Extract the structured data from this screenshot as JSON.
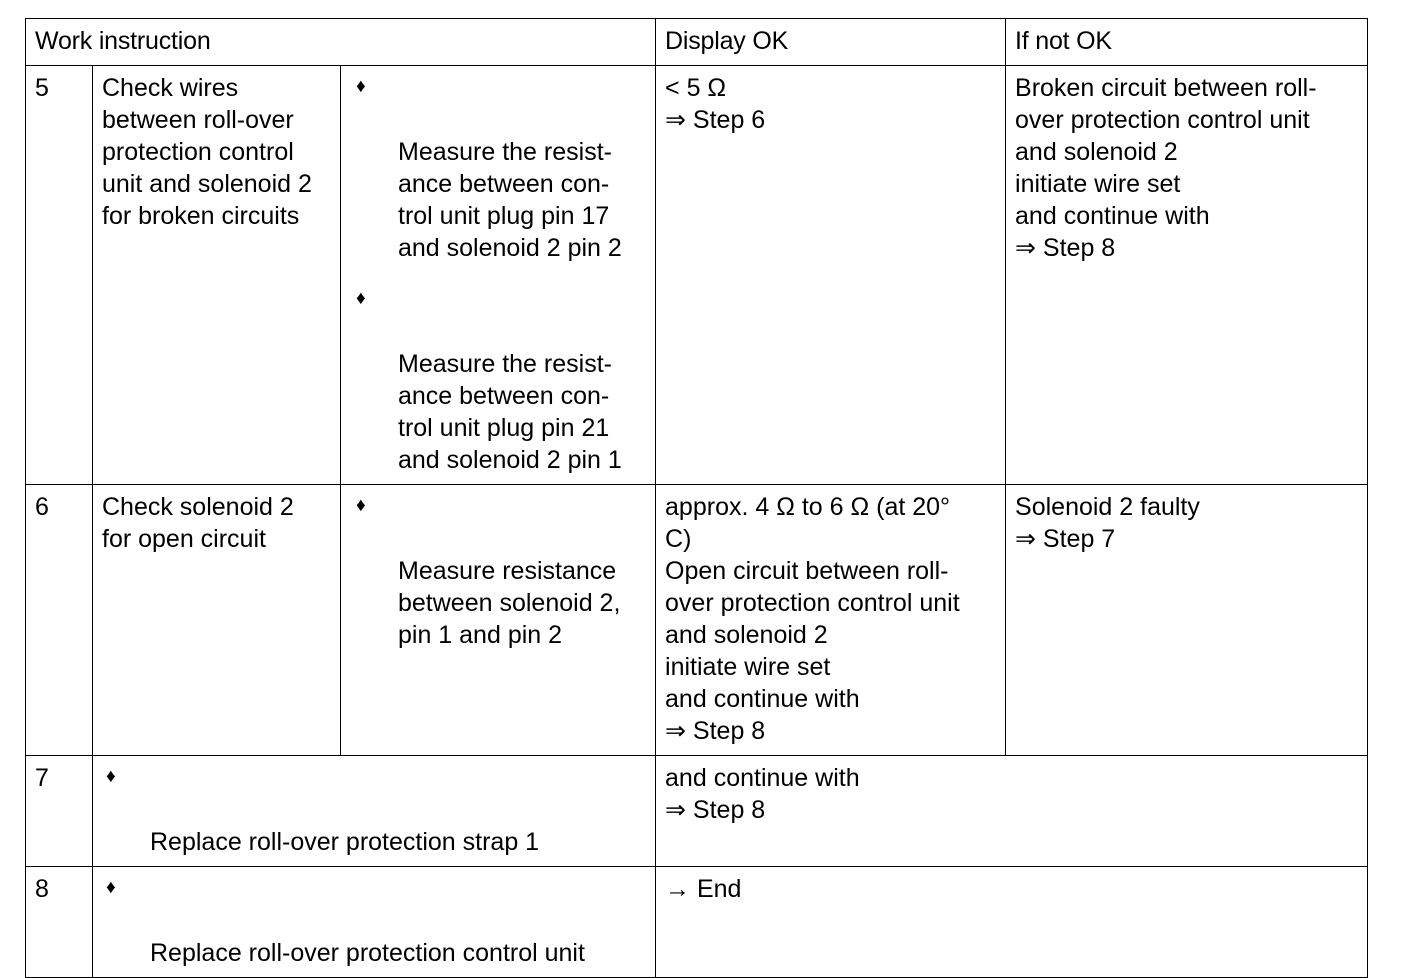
{
  "document": {
    "type": "work-instruction-table",
    "title": "Work instruction troubleshooting table (steps 5-8)"
  },
  "table": {
    "headers": {
      "work_instruction": "Work instruction",
      "display_ok": "Display OK",
      "if_not_ok": "If not OK"
    },
    "bullet_glyph": "♦",
    "rows": [
      {
        "number": "5",
        "task": "Check wires\nbetween roll-over\nprotection control\nunit and solenoid 2\nfor broken circuits",
        "steps": [
          "Measure the resist-\nance between con-\ntrol unit plug pin 17\nand solenoid 2 pin 2",
          "Measure the resist-\nance between con-\ntrol unit plug pin 21\nand solenoid 2 pin 1"
        ],
        "display_ok": "< 5 Ω\n⇒ Step 6",
        "if_not_ok": "Broken circuit between roll-\nover protection control unit\nand solenoid 2\ninitiate wire set\n and continue with\n⇒ Step 8"
      },
      {
        "number": "6",
        "task": "Check solenoid 2\nfor open circuit",
        "steps": [
          "Measure resistance\nbetween solenoid 2,\npin 1 and pin 2"
        ],
        "display_ok": "approx. 4 Ω to 6 Ω (at 20°\nC)\nOpen circuit between roll-\nover protection control unit\nand solenoid 2\ninitiate wire set\n and continue with\n⇒ Step 8",
        "if_not_ok": "Solenoid 2 faulty\n⇒ Step 7"
      },
      {
        "number": "7",
        "task_wide": "Replace roll-over protection strap 1",
        "display_ok_wide": "and continue with\n⇒ Step 8"
      },
      {
        "number": "8",
        "task_wide": "Replace roll-over protection control unit",
        "display_ok_wide": "→ End"
      }
    ]
  }
}
